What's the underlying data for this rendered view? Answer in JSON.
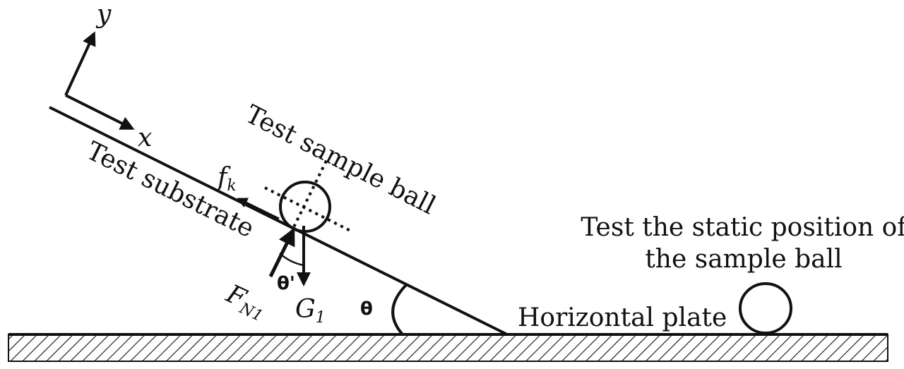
{
  "labels": {
    "axis_y": "y",
    "axis_x": "x",
    "test_substrate": "Test substrate",
    "test_sample_ball": "Test sample ball",
    "friction_main": "f",
    "friction_sub": "k",
    "normal_main": "F",
    "normal_sub": "N1",
    "gravity_main": "G",
    "gravity_sub": "1",
    "theta_prime": "θ'",
    "theta": "θ",
    "horizontal_plate": "Horizontal plate",
    "static_position_line1": "Test the static position of",
    "static_position_line2": "the sample ball"
  },
  "colors": {
    "ink": "#111111",
    "background": "#ffffff"
  }
}
